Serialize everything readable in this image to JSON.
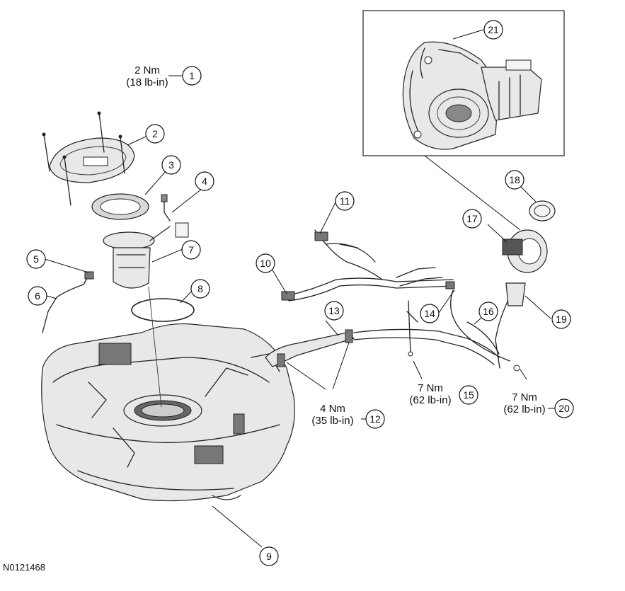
{
  "callouts": [
    {
      "id": "1",
      "label": "1"
    },
    {
      "id": "2",
      "label": "2"
    },
    {
      "id": "3",
      "label": "3"
    },
    {
      "id": "4",
      "label": "4"
    },
    {
      "id": "5",
      "label": "5"
    },
    {
      "id": "6",
      "label": "6"
    },
    {
      "id": "7",
      "label": "7"
    },
    {
      "id": "8",
      "label": "8"
    },
    {
      "id": "9",
      "label": "9"
    },
    {
      "id": "10",
      "label": "10"
    },
    {
      "id": "11",
      "label": "11"
    },
    {
      "id": "12",
      "label": "12"
    },
    {
      "id": "13",
      "label": "13"
    },
    {
      "id": "14",
      "label": "14"
    },
    {
      "id": "15",
      "label": "15"
    },
    {
      "id": "16",
      "label": "16"
    },
    {
      "id": "17",
      "label": "17"
    },
    {
      "id": "18",
      "label": "18"
    },
    {
      "id": "19",
      "label": "19"
    },
    {
      "id": "20",
      "label": "20"
    },
    {
      "id": "21",
      "label": "21"
    }
  ],
  "torque": {
    "t1": {
      "nm": "2 Nm",
      "lbin": "(18 lb-in)"
    },
    "t12": {
      "nm": "4 Nm",
      "lbin": "(35 lb-in)"
    },
    "t15": {
      "nm": "7 Nm",
      "lbin": "(62 lb-in)"
    },
    "t20": {
      "nm": "7 Nm",
      "lbin": "(62 lb-in)"
    }
  },
  "figure_id": "N0121468"
}
